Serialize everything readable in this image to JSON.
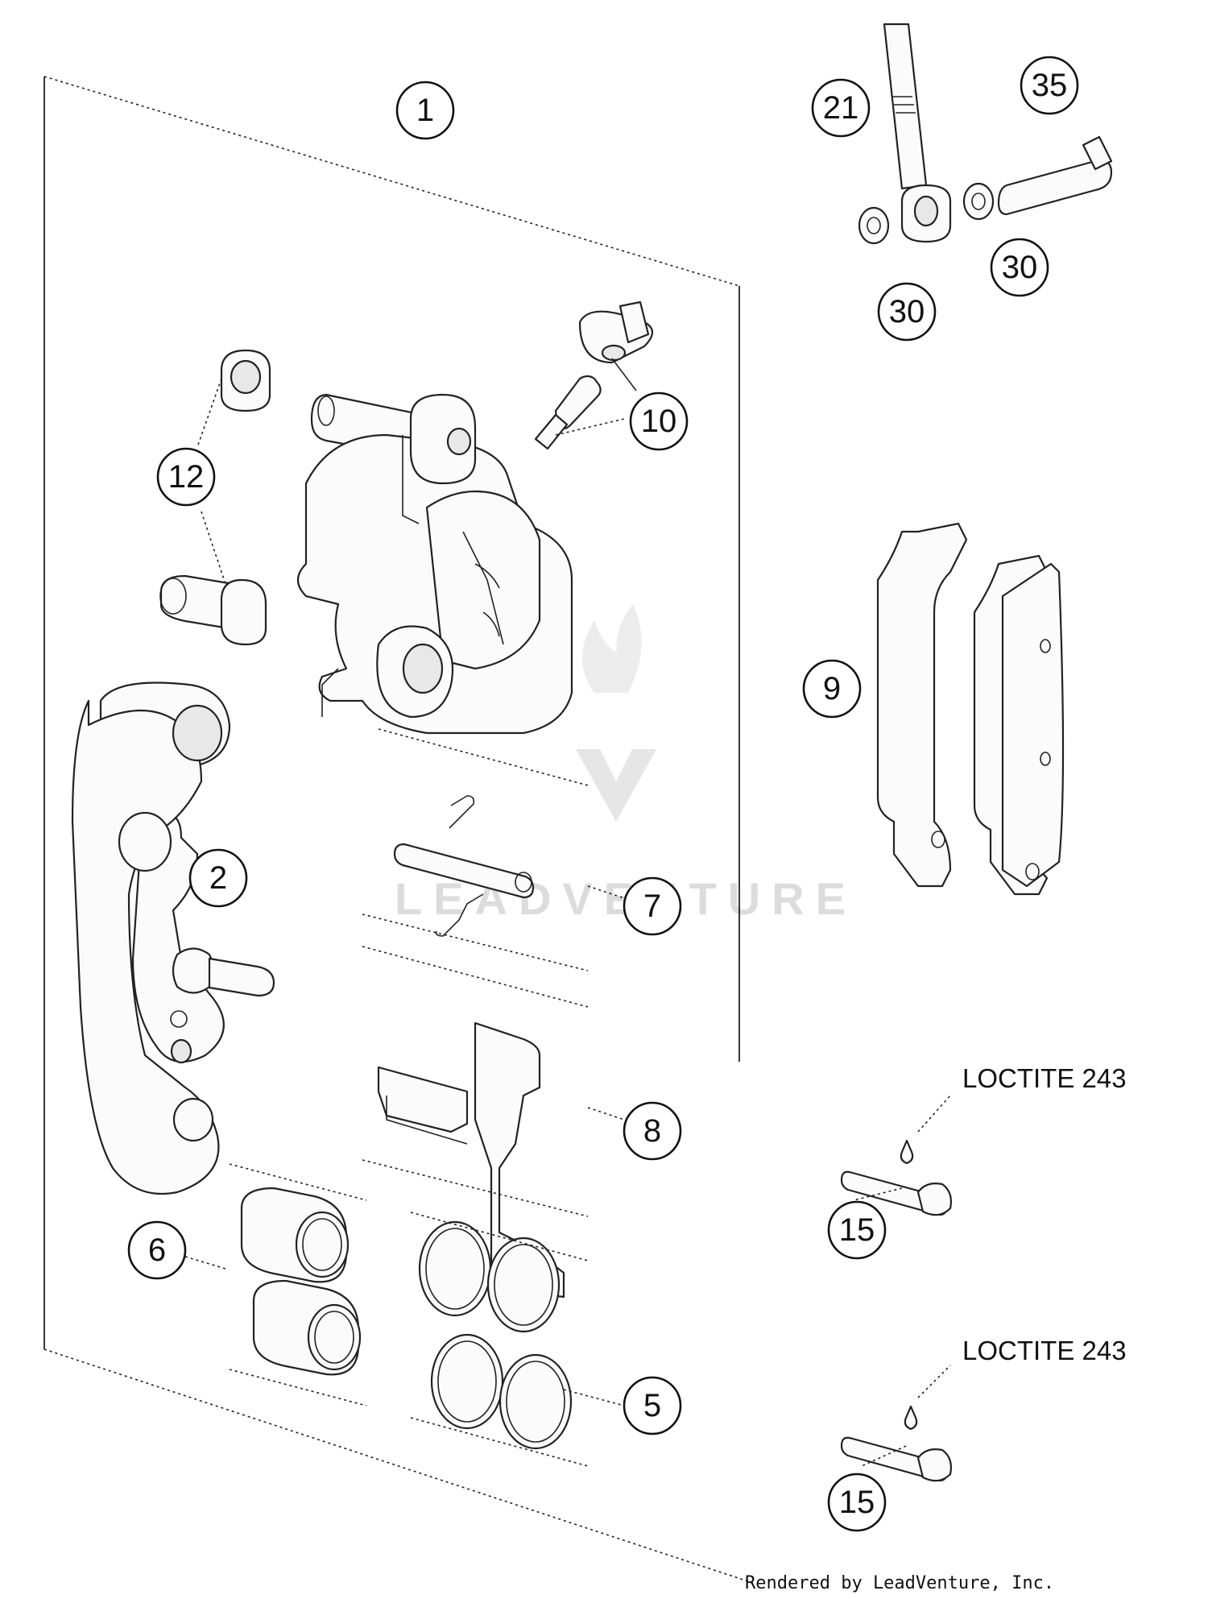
{
  "callouts": [
    {
      "id": "c1",
      "label": "1"
    },
    {
      "id": "c2",
      "label": "2"
    },
    {
      "id": "c5",
      "label": "5"
    },
    {
      "id": "c6",
      "label": "6"
    },
    {
      "id": "c7",
      "label": "7"
    },
    {
      "id": "c8",
      "label": "8"
    },
    {
      "id": "c9",
      "label": "9"
    },
    {
      "id": "c10",
      "label": "10"
    },
    {
      "id": "c12",
      "label": "12"
    },
    {
      "id": "c15a",
      "label": "15"
    },
    {
      "id": "c15b",
      "label": "15"
    },
    {
      "id": "c21",
      "label": "21"
    },
    {
      "id": "c30a",
      "label": "30"
    },
    {
      "id": "c30b",
      "label": "30"
    },
    {
      "id": "c35",
      "label": "35"
    }
  ],
  "notes": {
    "loctite_1": "LOCTITE 243",
    "loctite_2": "LOCTITE 243"
  },
  "footer": "Rendered by LeadVenture, Inc.",
  "watermark": "LEADVENTURE"
}
